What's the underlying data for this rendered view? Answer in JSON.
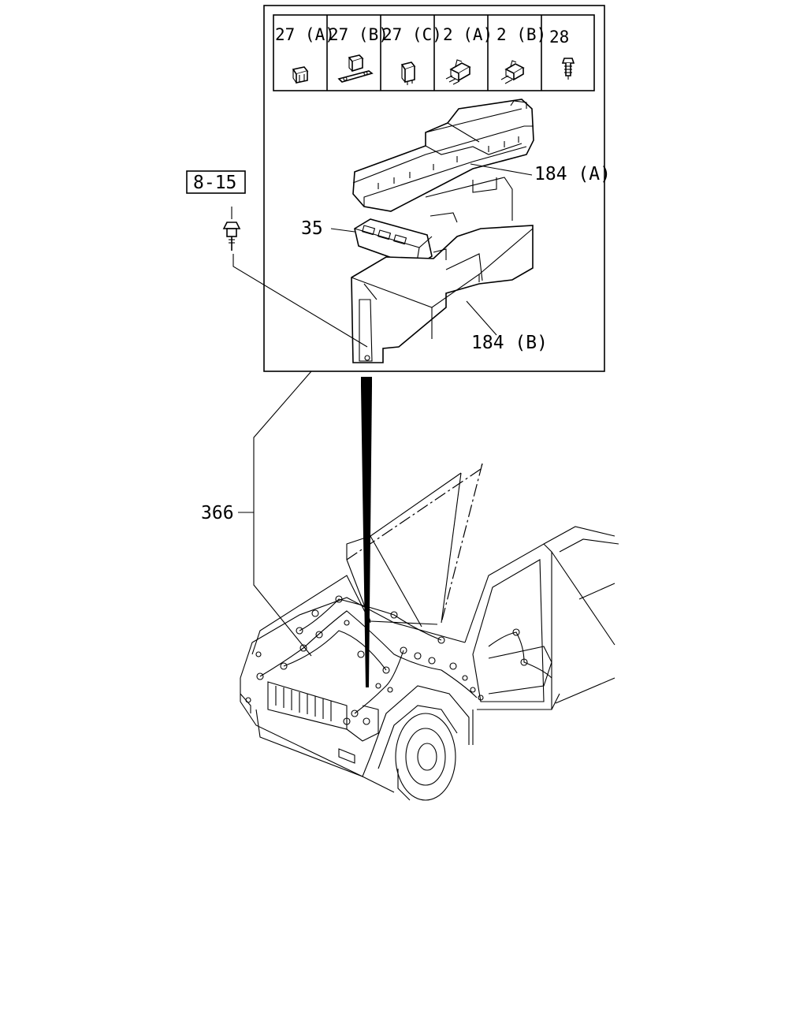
{
  "parts_table": {
    "headers": [
      "27 (A)",
      "27 (B)",
      "27 (C)",
      "2 (A)",
      "2 (B)",
      "28"
    ]
  },
  "callouts": {
    "relay_box_cover": "184 (A)",
    "relay_box_base": "184 (B)",
    "fuse_block": "35",
    "harness": "366"
  },
  "reference": {
    "bolt_ref": "8-15"
  }
}
